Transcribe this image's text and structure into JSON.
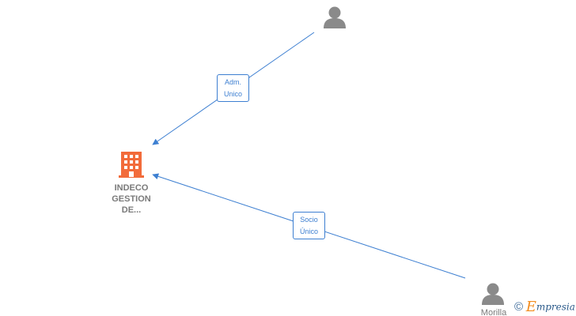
{
  "nodes": {
    "company": {
      "label": "INDECO\nGESTION\nDE...",
      "icon": "building-icon",
      "color": "#f26b3a"
    },
    "person_top": {
      "label": "",
      "icon": "person-icon",
      "color": "#8a8a8a"
    },
    "person_bottom": {
      "label": "Morilla",
      "icon": "person-icon",
      "color": "#8a8a8a"
    }
  },
  "edges": [
    {
      "label": "Adm.\nUnico",
      "color": "#3d7fd1"
    },
    {
      "label": "Socio\nÚnico",
      "color": "#3d7fd1"
    }
  ],
  "watermark": {
    "copyright": "©",
    "brand_first": "E",
    "brand_rest": "mpresia"
  }
}
